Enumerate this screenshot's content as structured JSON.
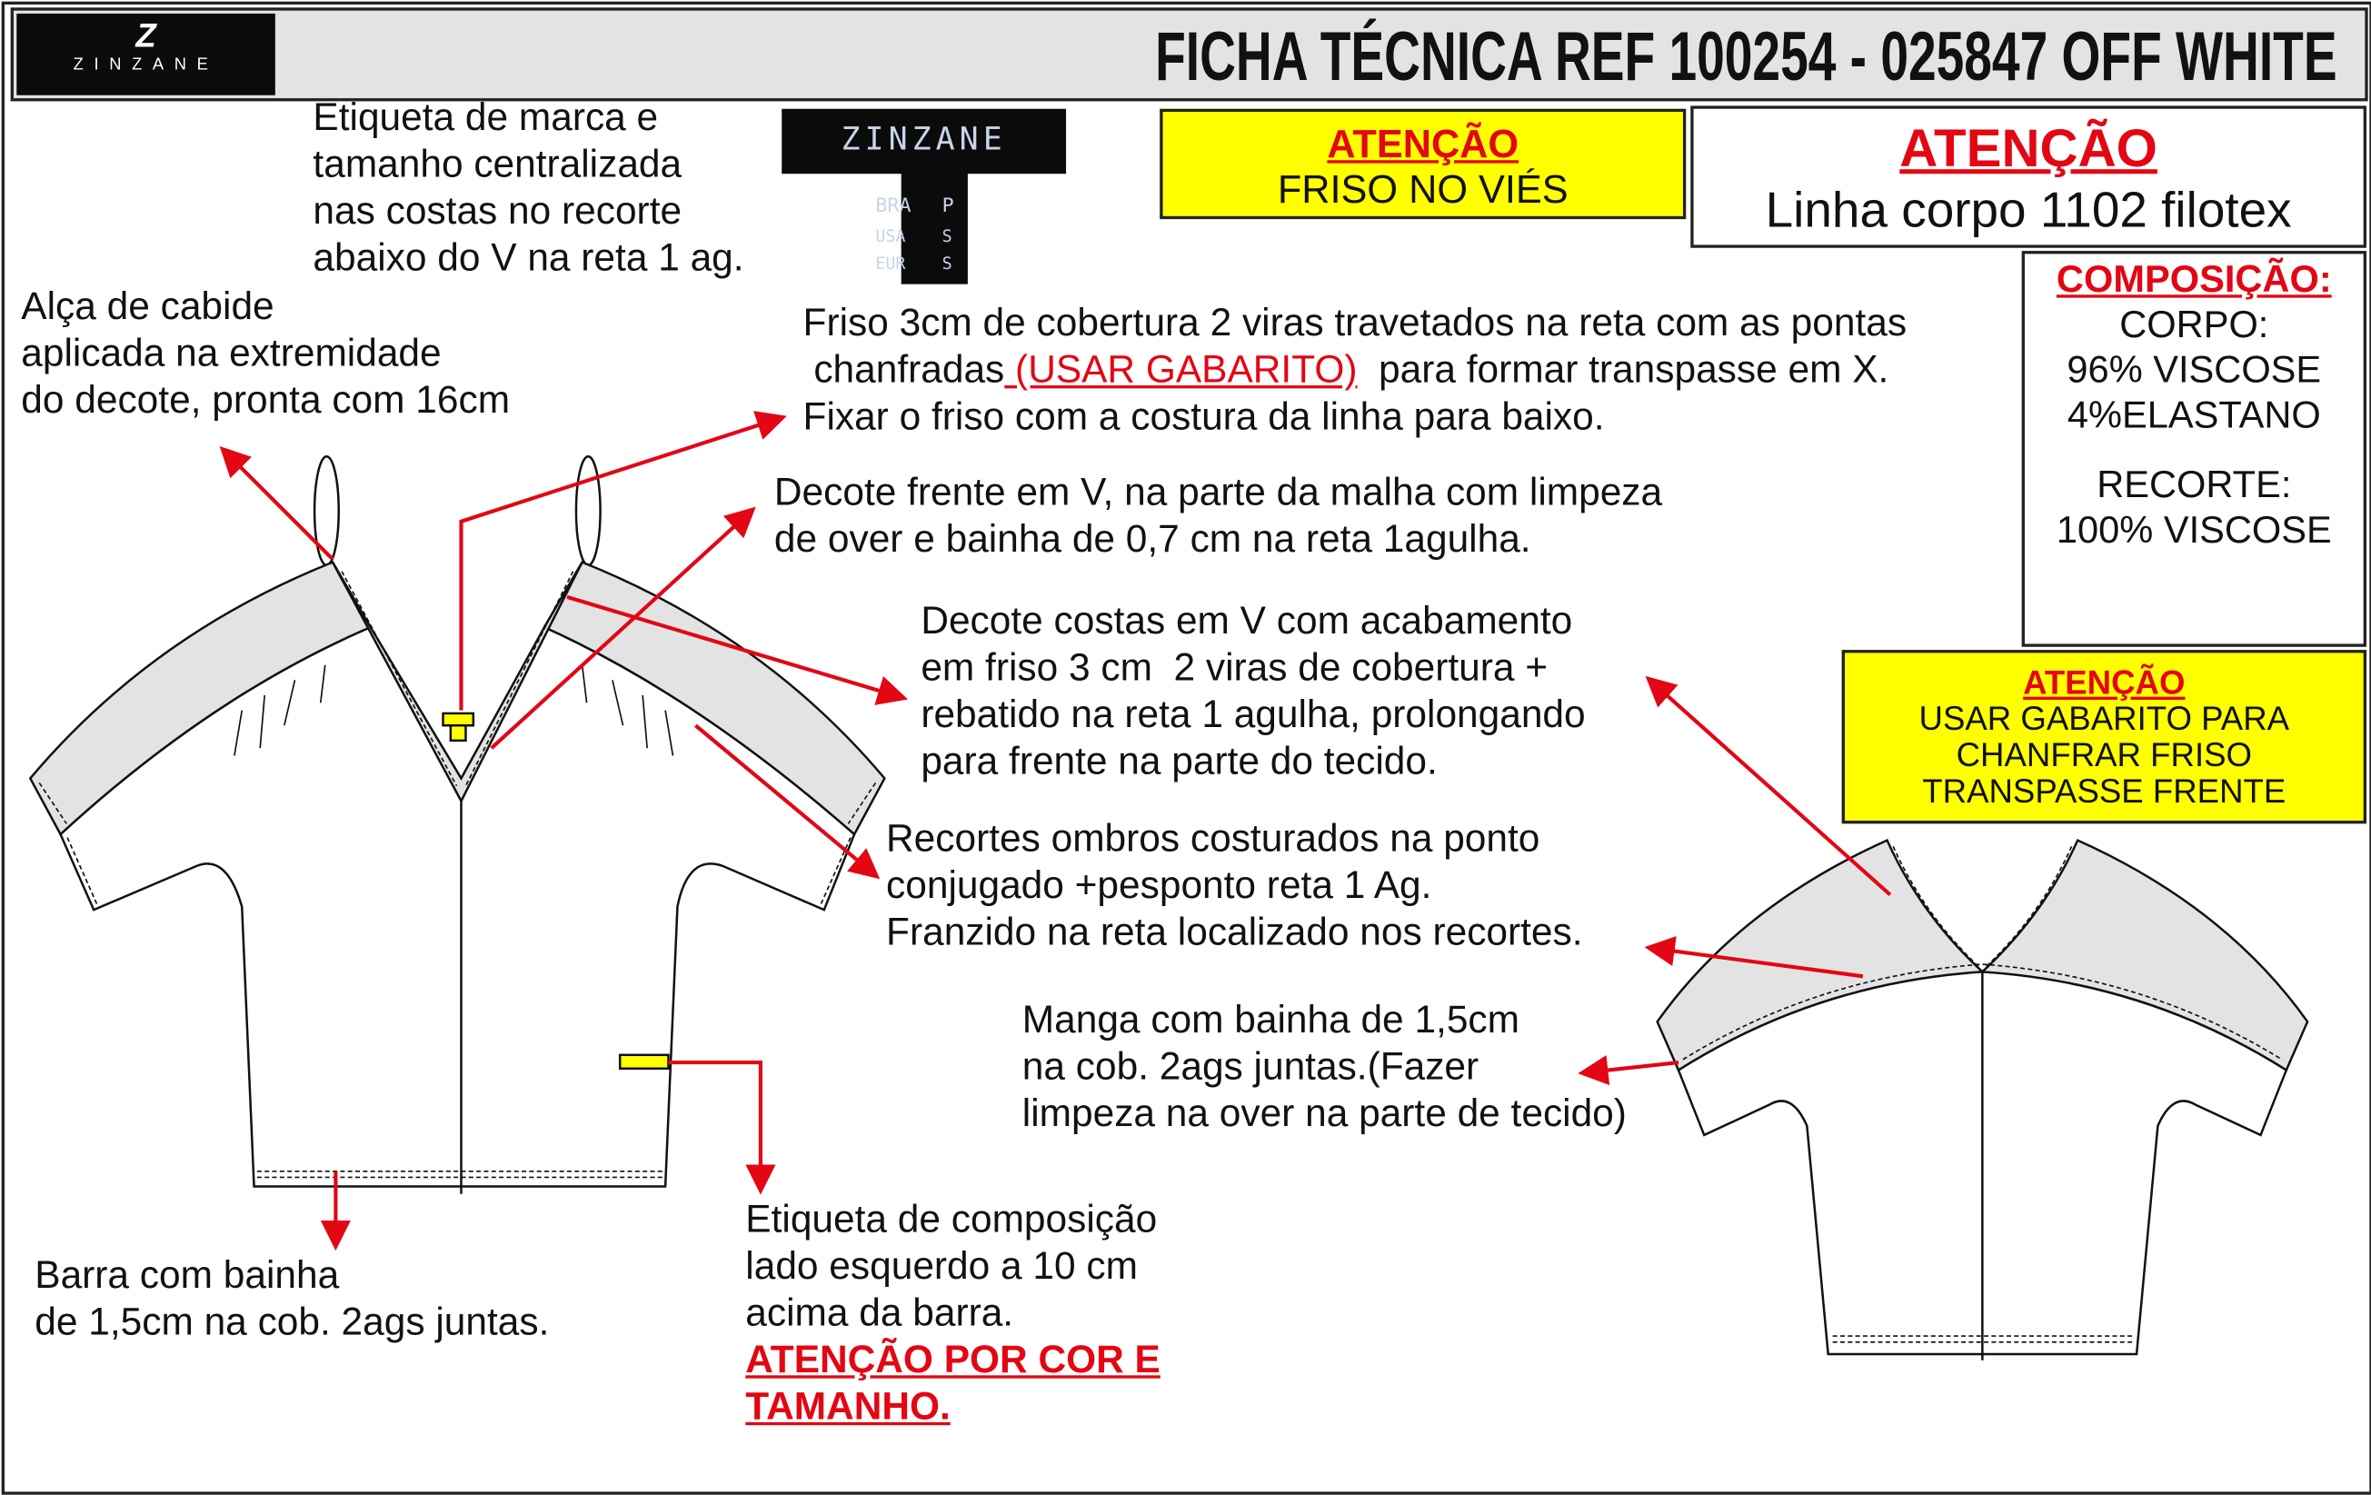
{
  "header": {
    "brand_logo": "ZINZANE",
    "title": "FICHA TÉCNICA REF 100254 - 025847 OFF WHITE"
  },
  "brand_label": {
    "brand": "ZINZANE",
    "sizes": [
      {
        "country": "BRA",
        "size": "P"
      },
      {
        "country": "USA",
        "size": "S"
      },
      {
        "country": "EUR",
        "size": "S"
      }
    ]
  },
  "notes": {
    "etiqueta_marca": [
      "Etiqueta de marca e",
      "tamanho centralizada",
      "nas costas no recorte",
      "abaixo do V na reta 1 ag."
    ],
    "alca": [
      "Alça de cabide",
      "aplicada na extremidade",
      "do decote, pronta com 16cm"
    ],
    "friso": {
      "line1": "Friso 3cm de cobertura 2 viras travetados na reta com as pontas",
      "line2_pre": " chanfradas",
      "line2_red": " (USAR GABARITO)",
      "line2_post": "  para formar transpasse em X.",
      "line3": "Fixar o friso com a costura da linha para baixo."
    },
    "decote_frente": [
      "Decote frente em V, na parte da malha com limpeza",
      "de over e bainha de 0,7 cm na reta 1agulha."
    ],
    "decote_costas": [
      "Decote costas em V com acabamento",
      "em friso 3 cm  2 viras de cobertura +",
      "rebatido na reta 1 agulha, prolongando",
      "para frente na parte do tecido."
    ],
    "recortes": [
      "Recortes ombros costurados na ponto",
      "conjugado +pesponto reta 1 Ag.",
      "Franzido na reta localizado nos recortes."
    ],
    "manga": [
      "Manga com bainha de 1,5cm",
      "na cob. 2ags juntas.(Fazer",
      "limpeza na over na parte de tecido)"
    ],
    "barra": [
      "Barra com bainha",
      "de 1,5cm na cob. 2ags juntas."
    ],
    "etiqueta_composicao": [
      "Etiqueta de composição",
      "lado esquerdo a 10 cm",
      "acima da barra."
    ],
    "etiqueta_composicao_alert": [
      "ATENÇÃO POR COR E",
      "TAMANHO."
    ]
  },
  "alerts": {
    "friso": {
      "title": "ATENÇÃO",
      "text": "FRISO NO VIÉS"
    },
    "linha": {
      "title": "ATENÇÃO",
      "text": "Linha corpo 1102 filotex"
    },
    "gabarito": {
      "title": "ATENÇÃO",
      "lines": [
        "USAR GABARITO PARA",
        "CHANFRAR FRISO",
        "TRANSPASSE FRENTE"
      ]
    }
  },
  "composition": {
    "title": "COMPOSIÇÃO:",
    "corpo_label": "CORPO:",
    "corpo": [
      "96% VISCOSE",
      "4%ELASTANO"
    ],
    "recorte_label": "RECORTE:",
    "recorte": [
      "100% VISCOSE"
    ]
  },
  "colors": {
    "accent_red": "#e30613",
    "alert_yellow": "#ffff00",
    "panel_gray": "#e3e3e3"
  }
}
